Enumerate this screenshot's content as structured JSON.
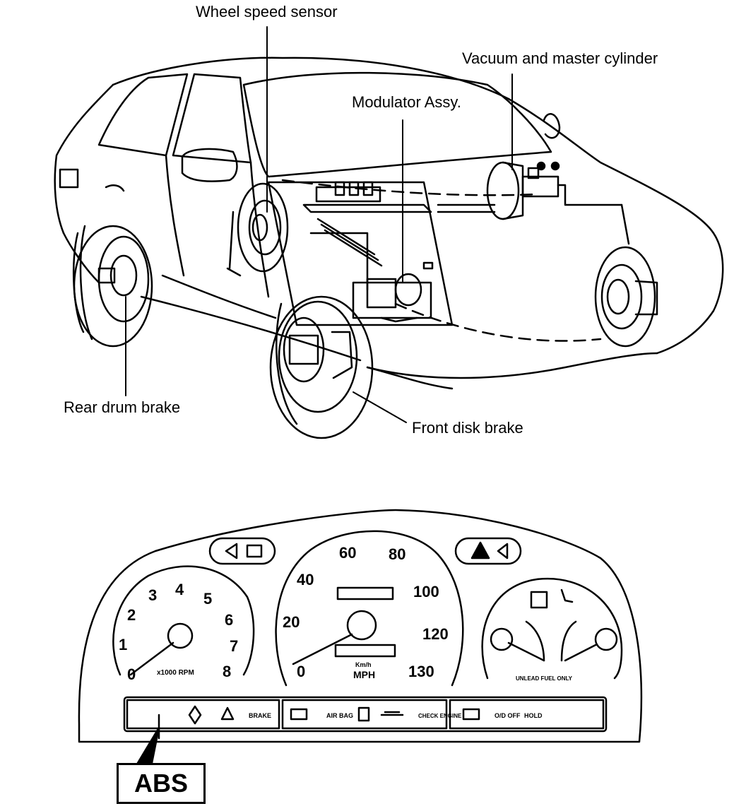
{
  "labels": {
    "wheel_speed_sensor": "Wheel speed sensor",
    "vacuum_master_cylinder": "Vacuum  and  master cylinder",
    "modulator_assy": "Modulator Assy.",
    "rear_drum_brake": "Rear drum brake",
    "front_disk_brake": "Front disk brake",
    "abs": "ABS"
  },
  "cluster": {
    "tach_ticks": [
      "0",
      "1",
      "2",
      "3",
      "4",
      "5",
      "6",
      "7",
      "8"
    ],
    "tach_unit": "x1000 RPM",
    "speed_ticks": [
      "0",
      "20",
      "40",
      "60",
      "80",
      "100",
      "120",
      "130"
    ],
    "speed_unit": "MPH",
    "speed_sub_unit": "Km/h",
    "fuel_gauge_note": "UNLEAD FUEL ONLY",
    "warning_strip": [
      "BRAKE",
      "AIR BAG",
      "CHECK ENGINE",
      "O/D OFF",
      "HOLD"
    ]
  }
}
